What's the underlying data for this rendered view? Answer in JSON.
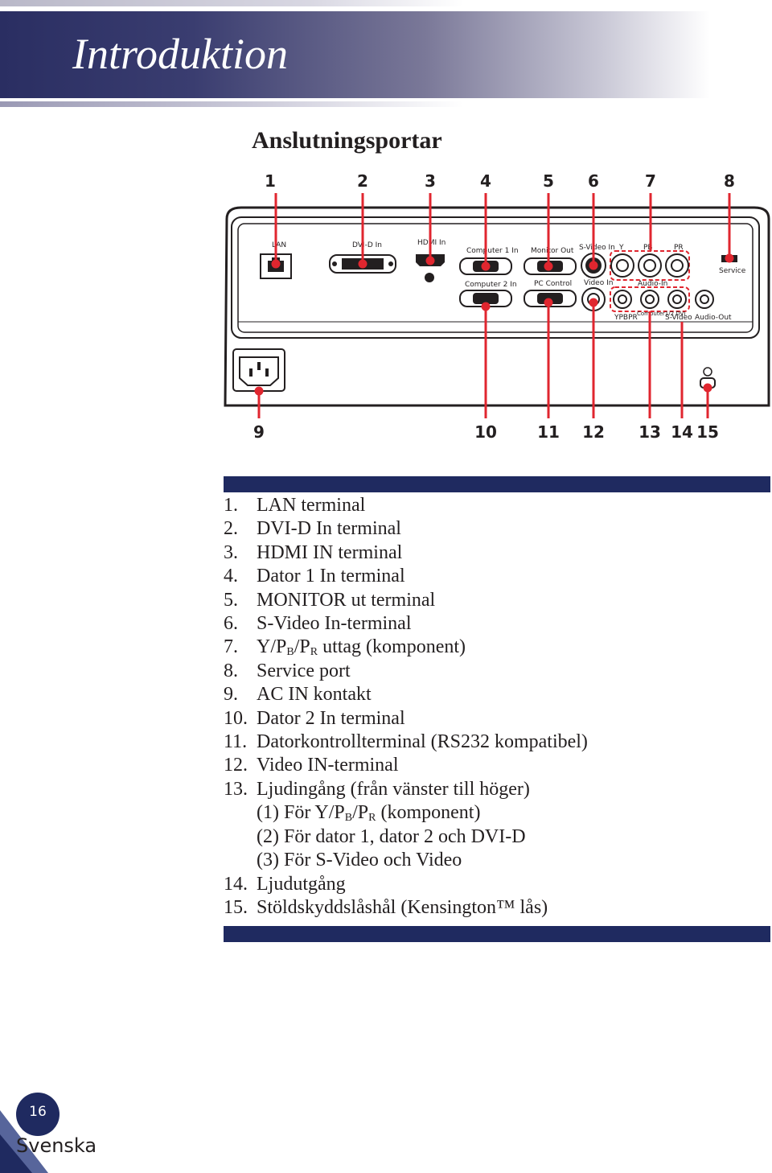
{
  "header": {
    "title": "Introduktion"
  },
  "section": {
    "title": "Anslutningsportar"
  },
  "diagram": {
    "top_numbers": [
      "1",
      "2",
      "3",
      "4",
      "5",
      "6",
      "7",
      "8"
    ],
    "bottom_numbers": [
      "9",
      "10",
      "11",
      "12",
      "13",
      "14",
      "15"
    ],
    "port_labels": {
      "lan": "LAN",
      "dvi": "DVI-D In",
      "hdmi": "HDMI In",
      "computer1": "Computer 1 In",
      "monitor_out": "Monitor Out",
      "svideo_in": "S-Video In",
      "y": "Y",
      "pb": "PB",
      "pr": "PR",
      "service": "Service",
      "computer2": "Computer 2 In",
      "pc_control": "PC Control",
      "video_in": "Video In",
      "audio_in": "Audio-In",
      "ypbpr": "YPBPR",
      "computer12_dvi": "Computer1/2 DVI",
      "svideo": "S-Video",
      "audio_out": "Audio-Out"
    },
    "accent_color": "#e0262f"
  },
  "list": {
    "items": [
      {
        "no": "1.",
        "text": "LAN terminal"
      },
      {
        "no": "2.",
        "text": "DVI-D In terminal"
      },
      {
        "no": "3.",
        "text": "HDMI IN terminal"
      },
      {
        "no": "4.",
        "text": "Dator 1 In terminal"
      },
      {
        "no": "5.",
        "text": "MONITOR ut terminal"
      },
      {
        "no": "6.",
        "text": "S-Video In-terminal"
      },
      {
        "no": "7.",
        "y": "Y/P",
        "b": "B",
        "mid": "/P",
        "r": "R",
        "rest": " uttag (komponent)"
      },
      {
        "no": "8.",
        "text": "Service port"
      },
      {
        "no": "9.",
        "text": "AC IN kontakt"
      },
      {
        "no": "10.",
        "text": "Dator 2 In terminal"
      },
      {
        "no": "11.",
        "text": "Datorkontrollterminal (RS232 kompatibel)"
      },
      {
        "no": "12.",
        "text": "Video IN-terminal"
      },
      {
        "no": "13.",
        "text": "Ljudingång (från vänster till höger)",
        "sub1": {
          "pre": "(1) För Y/P",
          "b": "B",
          "mid": "/P",
          "r": "R",
          "rest": " (komponent)"
        },
        "sub2": "(2) För dator 1, dator 2 och DVI-D",
        "sub3": "(3) För S-Video och Video"
      },
      {
        "no": "14.",
        "text": "Ljudutgång"
      },
      {
        "no": "15.",
        "text": "Stöldskyddslåshål (Kensington™ lås)"
      }
    ]
  },
  "footer": {
    "page_number": "16",
    "language": "Svenska"
  }
}
